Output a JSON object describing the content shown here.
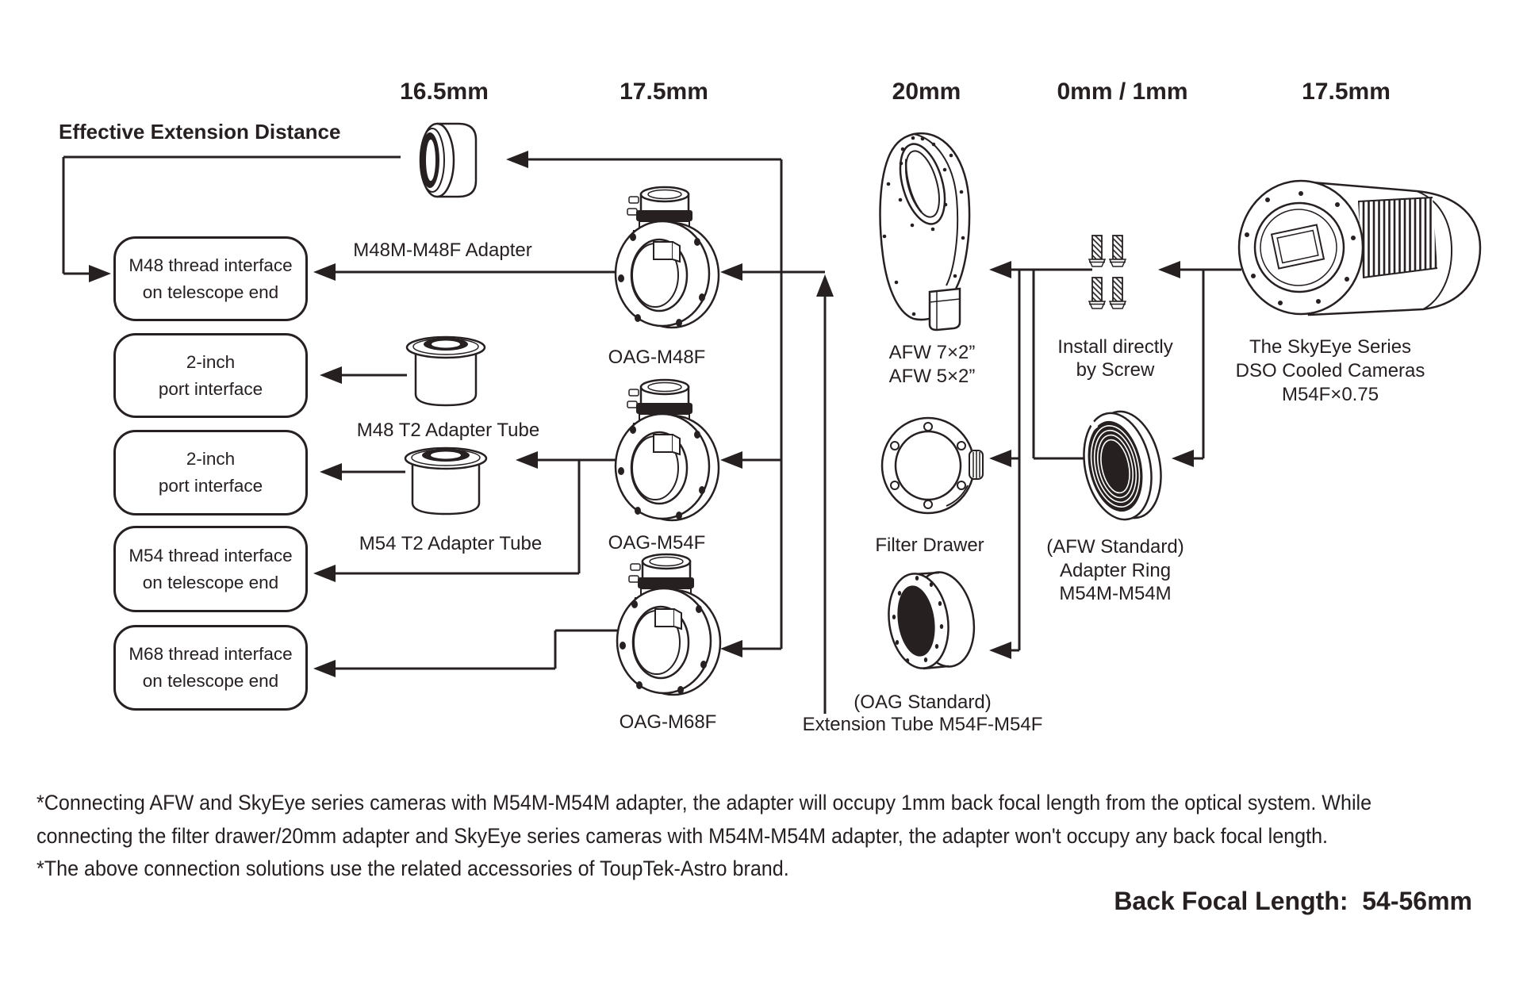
{
  "colors": {
    "ink": "#262021",
    "background": "#ffffff"
  },
  "title": "Effective Extension Distance",
  "headers": [
    {
      "label": "16.5mm"
    },
    {
      "label": "17.5mm"
    },
    {
      "label": "20mm"
    },
    {
      "label": "0mm / 1mm"
    },
    {
      "label": "17.5mm"
    }
  ],
  "interface_boxes": [
    {
      "line1": "M48 thread interface",
      "line2": "on telescope end"
    },
    {
      "line1": "2-inch",
      "line2": "port interface"
    },
    {
      "line1": "2-inch",
      "line2": "port interface"
    },
    {
      "line1": "M54 thread interface",
      "line2": "on telescope end"
    },
    {
      "line1": "M68 thread interface",
      "line2": "on telescope end"
    }
  ],
  "parts": {
    "adapter": {
      "label": "M48M-M48F Adapter"
    },
    "m48_tube": {
      "label": "M48 T2 Adapter Tube"
    },
    "m54_tube": {
      "label": "M54 T2 Adapter Tube"
    },
    "oag_m48f": {
      "label": "OAG-M48F"
    },
    "oag_m54f": {
      "label": "OAG-M54F"
    },
    "oag_m68f": {
      "label": "OAG-M68F"
    },
    "afw": {
      "line1": "AFW 7×2”",
      "line2": "AFW 5×2”"
    },
    "screws": {
      "line1": "Install directly",
      "line2": "by Screw"
    },
    "filter_drawer": {
      "label": "Filter Drawer"
    },
    "adapter_ring": {
      "line1": "(AFW Standard)",
      "line2": "Adapter Ring",
      "line3": "M54M-M54M"
    },
    "extension_tube": {
      "line1": "(OAG Standard)",
      "line2": "Extension Tube M54F-M54F"
    },
    "camera": {
      "line1": "The SkyEye Series",
      "line2": "DSO Cooled Cameras",
      "line3": "M54F×0.75"
    }
  },
  "footnote": {
    "line1": "*Connecting AFW and SkyEye series cameras with M54M-M54M adapter, the adapter will occupy 1mm back focal length from the optical system. While",
    "line2": "connecting the filter drawer/20mm adapter and SkyEye series cameras with M54M-M54M adapter, the adapter won't occupy any back focal length.",
    "line3": "*The above connection solutions use the related accessories of ToupTek-Astro brand."
  },
  "back_focal_length": "Back Focal Length:  54-56mm"
}
